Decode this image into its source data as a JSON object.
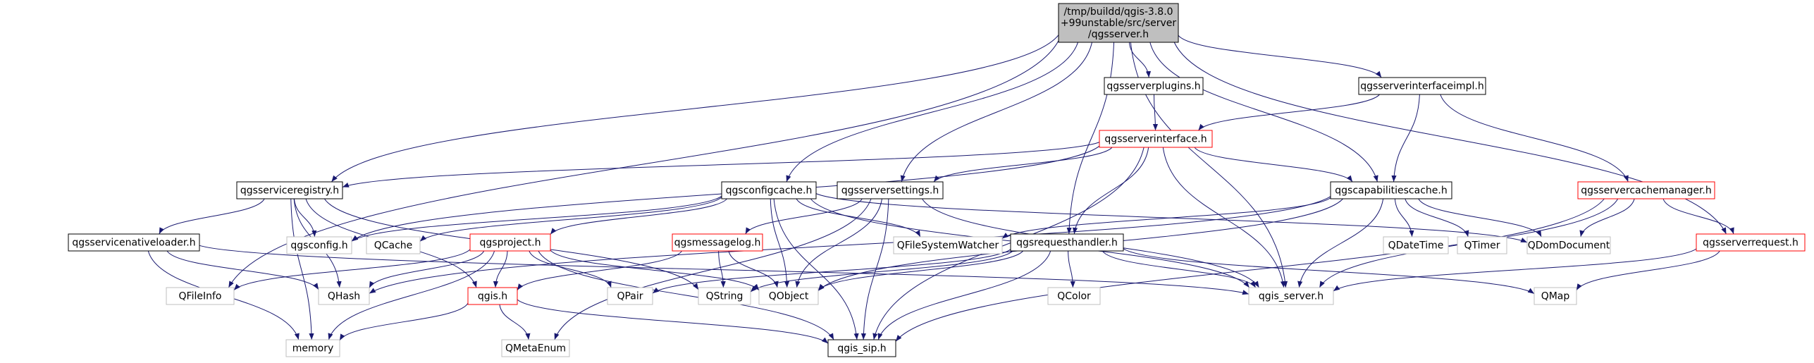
{
  "colors": {
    "edge": "#191970",
    "edge_red": "#c00000",
    "box_black": "#000000",
    "box_red": "#ff0000",
    "box_gray": "#bfbfbf",
    "root_fill": "#bfbfbf",
    "node_fill": "#ffffff"
  },
  "nodes": [
    {
      "id": "root",
      "lines": [
        "/tmp/buildd/qgis-3.8.0",
        "+99unstable/src/server",
        "/qgsserver.h"
      ],
      "style": "root"
    },
    {
      "id": "serverplugins",
      "lines": [
        "qgsserverplugins.h"
      ],
      "style": "black"
    },
    {
      "id": "serverinterfaceimpl",
      "lines": [
        "qgsserverinterfaceimpl.h"
      ],
      "style": "black"
    },
    {
      "id": "serverinterface",
      "lines": [
        "qgsserverinterface.h"
      ],
      "style": "red"
    },
    {
      "id": "serviceregistry",
      "lines": [
        "qgsserviceregistry.h"
      ],
      "style": "black"
    },
    {
      "id": "configcache",
      "lines": [
        "qgsconfigcache.h"
      ],
      "style": "black"
    },
    {
      "id": "serversettings",
      "lines": [
        "qgsserversettings.h"
      ],
      "style": "black"
    },
    {
      "id": "capabilitiescache",
      "lines": [
        "qgscapabilitiescache.h"
      ],
      "style": "black"
    },
    {
      "id": "servercachemanager",
      "lines": [
        "qgsservercachemanager.h"
      ],
      "style": "red"
    },
    {
      "id": "servicenativeloader",
      "lines": [
        "qgsservicenativeloader.h"
      ],
      "style": "black"
    },
    {
      "id": "qgsconfig",
      "lines": [
        "qgsconfig.h"
      ],
      "style": "gray"
    },
    {
      "id": "qcache",
      "lines": [
        "QCache"
      ],
      "style": "gray"
    },
    {
      "id": "qgsproject",
      "lines": [
        "qgsproject.h"
      ],
      "style": "red"
    },
    {
      "id": "messagelog",
      "lines": [
        "qgsmessagelog.h"
      ],
      "style": "red"
    },
    {
      "id": "qfilesystemwatcher",
      "lines": [
        "QFileSystemWatcher"
      ],
      "style": "gray"
    },
    {
      "id": "requesthandler",
      "lines": [
        "qgsrequesthandler.h"
      ],
      "style": "black"
    },
    {
      "id": "qdatetime",
      "lines": [
        "QDateTime"
      ],
      "style": "gray"
    },
    {
      "id": "qtimer",
      "lines": [
        "QTimer"
      ],
      "style": "gray"
    },
    {
      "id": "qdomdocument",
      "lines": [
        "QDomDocument"
      ],
      "style": "gray"
    },
    {
      "id": "serverrequest",
      "lines": [
        "qgsserverrequest.h"
      ],
      "style": "red"
    },
    {
      "id": "qfileinfo",
      "lines": [
        "QFileInfo"
      ],
      "style": "gray"
    },
    {
      "id": "qhash",
      "lines": [
        "QHash"
      ],
      "style": "gray"
    },
    {
      "id": "qgis",
      "lines": [
        "qgis.h"
      ],
      "style": "red"
    },
    {
      "id": "qpair",
      "lines": [
        "QPair"
      ],
      "style": "gray"
    },
    {
      "id": "qstring",
      "lines": [
        "QString"
      ],
      "style": "gray"
    },
    {
      "id": "qobject",
      "lines": [
        "QObject"
      ],
      "style": "gray"
    },
    {
      "id": "qcolor",
      "lines": [
        "QColor"
      ],
      "style": "gray"
    },
    {
      "id": "qgis_server",
      "lines": [
        "qgis_server.h"
      ],
      "style": "gray"
    },
    {
      "id": "qmap",
      "lines": [
        "QMap"
      ],
      "style": "gray"
    },
    {
      "id": "memory",
      "lines": [
        "memory"
      ],
      "style": "gray"
    },
    {
      "id": "qmetaenum",
      "lines": [
        "QMetaEnum"
      ],
      "style": "gray"
    },
    {
      "id": "qgis_sip",
      "lines": [
        "qgis_sip.h"
      ],
      "style": "black"
    }
  ],
  "edges": [
    [
      "root",
      "serverplugins"
    ],
    [
      "root",
      "serverinterfaceimpl"
    ],
    [
      "root",
      "serviceregistry"
    ],
    [
      "root",
      "configcache"
    ],
    [
      "root",
      "serversettings"
    ],
    [
      "root",
      "capabilitiescache"
    ],
    [
      "root",
      "requesthandler"
    ],
    [
      "root",
      "qgis_server"
    ],
    [
      "root",
      "serverrequest"
    ],
    [
      "root",
      "qfileinfo"
    ],
    [
      "serverplugins",
      "serverinterface"
    ],
    [
      "serverinterfaceimpl",
      "serverinterface"
    ],
    [
      "serverinterfaceimpl",
      "capabilitiescache"
    ],
    [
      "serverinterfaceimpl",
      "servercachemanager"
    ],
    [
      "serverinterface",
      "serviceregistry"
    ],
    [
      "serverinterface",
      "serversettings"
    ],
    [
      "serverinterface",
      "capabilitiescache"
    ],
    [
      "serverinterface",
      "requesthandler"
    ],
    [
      "serverinterface",
      "qgsconfig"
    ],
    [
      "serverinterface",
      "qgis_server"
    ],
    [
      "serverinterface",
      "qgis_sip"
    ],
    [
      "serviceregistry",
      "servicenativeloader"
    ],
    [
      "serviceregistry",
      "qgsconfig"
    ],
    [
      "serviceregistry",
      "qhash"
    ],
    [
      "serviceregistry",
      "qgis"
    ],
    [
      "serviceregistry",
      "qstring"
    ],
    [
      "serviceregistry",
      "memory"
    ],
    [
      "servicenativeloader",
      "qhash"
    ],
    [
      "servicenativeloader",
      "memory"
    ],
    [
      "servicenativeloader",
      "qgis_server"
    ],
    [
      "configcache",
      "qcache"
    ],
    [
      "configcache",
      "qgsproject"
    ],
    [
      "configcache",
      "qfilesystemwatcher"
    ],
    [
      "configcache",
      "qdomdocument"
    ],
    [
      "configcache",
      "qobject"
    ],
    [
      "configcache",
      "qgis_sip"
    ],
    [
      "configcache",
      "qgsconfig"
    ],
    [
      "configcache",
      "qgis_server"
    ],
    [
      "serversettings",
      "messagelog"
    ],
    [
      "serversettings",
      "qgis_sip"
    ],
    [
      "serversettings",
      "qobject"
    ],
    [
      "serversettings",
      "qmetaenum"
    ],
    [
      "serversettings",
      "qgis_server"
    ],
    [
      "capabilitiescache",
      "qfilesystemwatcher"
    ],
    [
      "capabilitiescache",
      "qdatetime"
    ],
    [
      "capabilitiescache",
      "qtimer"
    ],
    [
      "capabilitiescache",
      "qdomdocument"
    ],
    [
      "capabilitiescache",
      "qobject"
    ],
    [
      "capabilitiescache",
      "qgis_server"
    ],
    [
      "capabilitiescache",
      "qhash"
    ],
    [
      "servercachemanager",
      "qdomdocument"
    ],
    [
      "servercachemanager",
      "serverrequest"
    ],
    [
      "servercachemanager",
      "qgis_server"
    ],
    [
      "servercachemanager",
      "qgis_sip"
    ],
    [
      "serverrequest",
      "qgis_server"
    ],
    [
      "serverrequest",
      "qmap"
    ],
    [
      "qgsproject",
      "qfileinfo"
    ],
    [
      "qgsproject",
      "qhash"
    ],
    [
      "qgsproject",
      "qgis"
    ],
    [
      "qgsproject",
      "qpair"
    ],
    [
      "qgsproject",
      "qobject"
    ],
    [
      "qgsproject",
      "memory"
    ],
    [
      "qgsproject",
      "qgis_sip"
    ],
    [
      "messagelog",
      "qgis"
    ],
    [
      "messagelog",
      "qstring"
    ],
    [
      "messagelog",
      "qobject"
    ],
    [
      "requesthandler",
      "qmap"
    ],
    [
      "requesthandler",
      "qpair"
    ],
    [
      "requesthandler",
      "qstring"
    ],
    [
      "requesthandler",
      "qobject"
    ],
    [
      "requesthandler",
      "qcolor"
    ],
    [
      "requesthandler",
      "qgis_server"
    ],
    [
      "requesthandler",
      "qgis_sip"
    ],
    [
      "qgis",
      "memory"
    ],
    [
      "qgis",
      "qmetaenum"
    ],
    [
      "qgis",
      "qgis_sip"
    ]
  ]
}
